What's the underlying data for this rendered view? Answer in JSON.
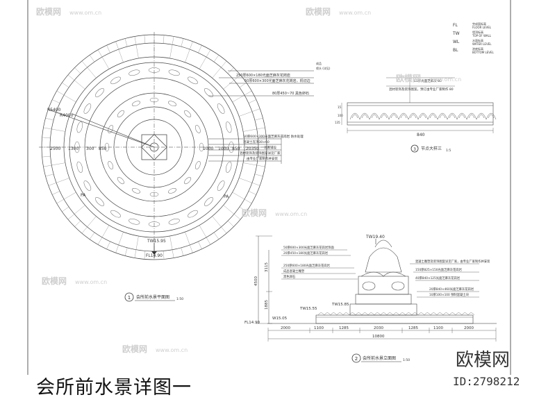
{
  "sheet_title": "会所前水景详图一",
  "brand": {
    "name": "欧模网",
    "id": "ID:2798212"
  },
  "watermark": {
    "text": "欧模网",
    "url": "www.om.cn"
  },
  "legend": [
    {
      "code": "FL",
      "cn": "完成面标高",
      "en": "FLOOR LEVEL"
    },
    {
      "code": "TW",
      "cn": "墙顶标高",
      "en": "TOP OF WALL"
    },
    {
      "code": "WL",
      "cn": "水面标高",
      "en": "WATER LEVEL"
    },
    {
      "code": "BL",
      "cn": "池底标高",
      "en": "BOTTOM LEVEL"
    }
  ],
  "plan": {
    "caption_no": "1",
    "caption": "会所前水景平面图",
    "scale": "1:50",
    "radius_1": "R5400",
    "radius_2": "R4000",
    "level_tw": "TW15.95",
    "level_fl": "FL14.90",
    "pa_1": "PA",
    "pa_2": "PA",
    "dims": [
      "2500",
      "1300",
      "300",
      "850",
      "1000",
      "1000",
      "850",
      "20350"
    ],
    "callouts": [
      "250厚600×180光面芝麻灰花岗岩",
      "50厚600×300光面芝麻灰花岗岩，机切边",
      "80厚450~70 黑色卵石",
      "50厚600×300光面芝麻灰花岗岩 防水处理",
      "混凝土压顶30×60",
      "池底铺设",
      "混材装饰及装饰图案详见厂家",
      "由专业厂家制作并安装"
    ],
    "callout_top": "成品",
    "callout_top2": "喷头 (详见)"
  },
  "detail3": {
    "caption_no": "3",
    "caption": "节点大样三",
    "scale": "1:5",
    "note_1": "15厚光面芝麻灰 80",
    "note_2": "混材装饰及装饰图案，预订由专业厂家制作 80",
    "dim_width": "840",
    "dim_h1": "15",
    "dim_h2": "100",
    "dim_h3": "135"
  },
  "elevation": {
    "caption_no": "2",
    "caption": "会所前水景立面图",
    "scale": "1:50",
    "level_top": "TW19.40",
    "level_tw1": "TW15.85",
    "level_tw2": "TW15.55",
    "level_w": "W15.05",
    "level_fl": "FL14.90",
    "h_total": "4500",
    "h_1": "3115",
    "h_2": "1885",
    "left_notes": [
      "50厚600×300光面芝麻灰花岗岩饰面",
      "20厚450×180光面芝麻灰花岗岩",
      "250厚600×180光面芝麻灰花岗岩",
      "成品混凝土雕塑",
      "黑色卵石"
    ],
    "right_notes": [
      "混凝土雕塑及装饰图案详见厂家，由专业厂家制作并安装",
      "150厚825×150光面芝麻灰花岗岩",
      "40厚840×125光面芝麻灰花岗岩",
      "20厚840×460光面芝麻灰花岗岩",
      "10厚100×100 预制混凝土块"
    ],
    "dims": [
      "2000",
      "1100",
      "1285",
      "2030",
      "1285",
      "1100",
      "2000"
    ],
    "dim_total": "10800"
  }
}
